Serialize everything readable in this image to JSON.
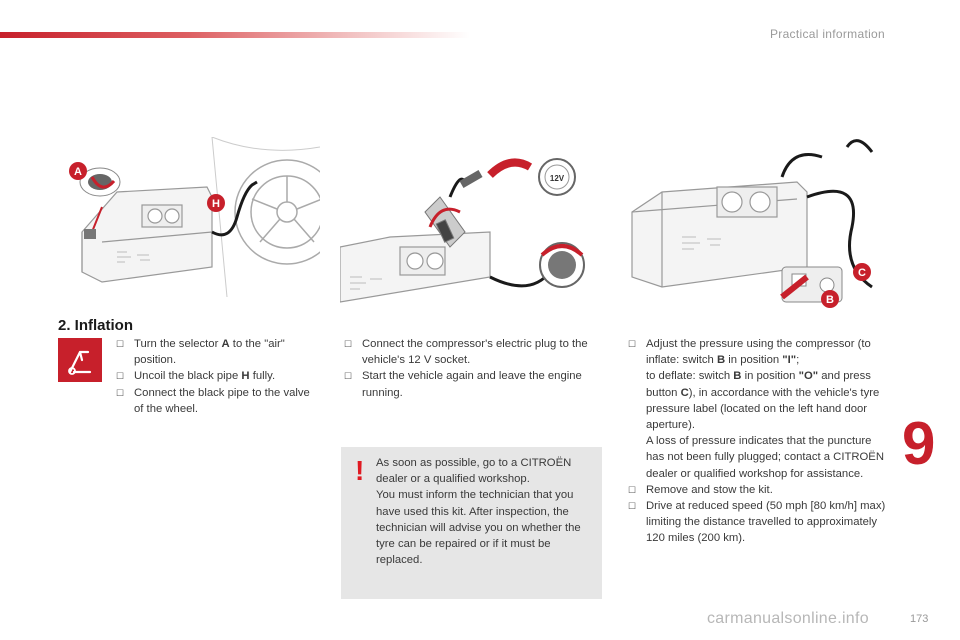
{
  "header": {
    "section": "Practical information"
  },
  "section": {
    "title": "2. Inflation"
  },
  "illustrations": {
    "one": {
      "labels": [
        "A",
        "H"
      ]
    },
    "two": {
      "labels": [
        "12V"
      ]
    },
    "three": {
      "labels": [
        "C",
        "B"
      ]
    }
  },
  "col1": [
    [
      "Turn the selector ",
      "A",
      " to the \"air\" position."
    ],
    [
      "Uncoil the black pipe ",
      "H",
      " fully."
    ],
    [
      "Connect the black pipe to the valve of the wheel."
    ]
  ],
  "col2": [
    "Connect the compressor's electric plug to the vehicle's 12 V socket.",
    "Start the vehicle again and leave the engine running."
  ],
  "col3": {
    "item1": {
      "p1_prefix": "Adjust the pressure using the compressor (to inflate: switch ",
      "p1_b": "B",
      "p1_mid": " in position ",
      "p1_i": "\"I\"",
      "p1_suffix": ";",
      "p2_prefix": "to deflate: switch ",
      "p2_b": "B",
      "p2_mid": " in position ",
      "p2_o": "\"O\"",
      "p2_mid2": " and press button ",
      "p2_c": "C",
      "p2_suffix": "), in accordance with the vehicle's tyre pressure label (located on the left hand door aperture).",
      "p3": "A loss of pressure indicates that the puncture has not been fully plugged; contact a CITROËN dealer or qualified workshop for assistance."
    },
    "item2": "Remove and stow the kit.",
    "item3": "Drive at reduced speed (50 mph [80 km/h] max) limiting the distance travelled to approximately 120 miles (200 km)."
  },
  "warning": {
    "mark": "!",
    "p1": "As soon as possible, go to a CITROËN dealer or a qualified workshop.",
    "p2": "You must inform the technician that you have used this kit. After inspection, the technician will advise you on whether the tyre can be repaired or if it must be replaced."
  },
  "bullet_marker": "",
  "chapter_number": "9",
  "page_number": "173",
  "watermark": "carmanualsonline.info",
  "colors": {
    "accent": "#c7202b",
    "warning_bg": "#e6e6e6"
  }
}
